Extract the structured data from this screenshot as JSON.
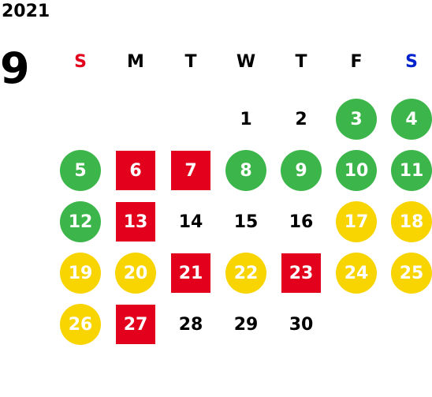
{
  "year": "2021",
  "month": "9",
  "weekdays": [
    {
      "label": "S",
      "color": "#e2001d"
    },
    {
      "label": "M",
      "color": "#000000"
    },
    {
      "label": "T",
      "color": "#000000"
    },
    {
      "label": "W",
      "color": "#000000"
    },
    {
      "label": "T",
      "color": "#000000"
    },
    {
      "label": "F",
      "color": "#000000"
    },
    {
      "label": "S",
      "color": "#0022cc"
    }
  ],
  "colors": {
    "green": "#3cb64a",
    "yellow": "#f8d400",
    "red": "#e2001d"
  },
  "first_weekday_index": 3,
  "days": [
    {
      "day": "1",
      "mark": "none"
    },
    {
      "day": "2",
      "mark": "none"
    },
    {
      "day": "3",
      "mark": "green"
    },
    {
      "day": "4",
      "mark": "green"
    },
    {
      "day": "5",
      "mark": "green"
    },
    {
      "day": "6",
      "mark": "red"
    },
    {
      "day": "7",
      "mark": "red"
    },
    {
      "day": "8",
      "mark": "green"
    },
    {
      "day": "9",
      "mark": "green"
    },
    {
      "day": "10",
      "mark": "green"
    },
    {
      "day": "11",
      "mark": "green"
    },
    {
      "day": "12",
      "mark": "green"
    },
    {
      "day": "13",
      "mark": "red"
    },
    {
      "day": "14",
      "mark": "none"
    },
    {
      "day": "15",
      "mark": "none"
    },
    {
      "day": "16",
      "mark": "none"
    },
    {
      "day": "17",
      "mark": "yellow"
    },
    {
      "day": "18",
      "mark": "yellow"
    },
    {
      "day": "19",
      "mark": "yellow"
    },
    {
      "day": "20",
      "mark": "yellow"
    },
    {
      "day": "21",
      "mark": "red"
    },
    {
      "day": "22",
      "mark": "yellow"
    },
    {
      "day": "23",
      "mark": "red"
    },
    {
      "day": "24",
      "mark": "yellow"
    },
    {
      "day": "25",
      "mark": "yellow"
    },
    {
      "day": "26",
      "mark": "yellow"
    },
    {
      "day": "27",
      "mark": "red"
    },
    {
      "day": "28",
      "mark": "none"
    },
    {
      "day": "29",
      "mark": "none"
    },
    {
      "day": "30",
      "mark": "none"
    }
  ]
}
